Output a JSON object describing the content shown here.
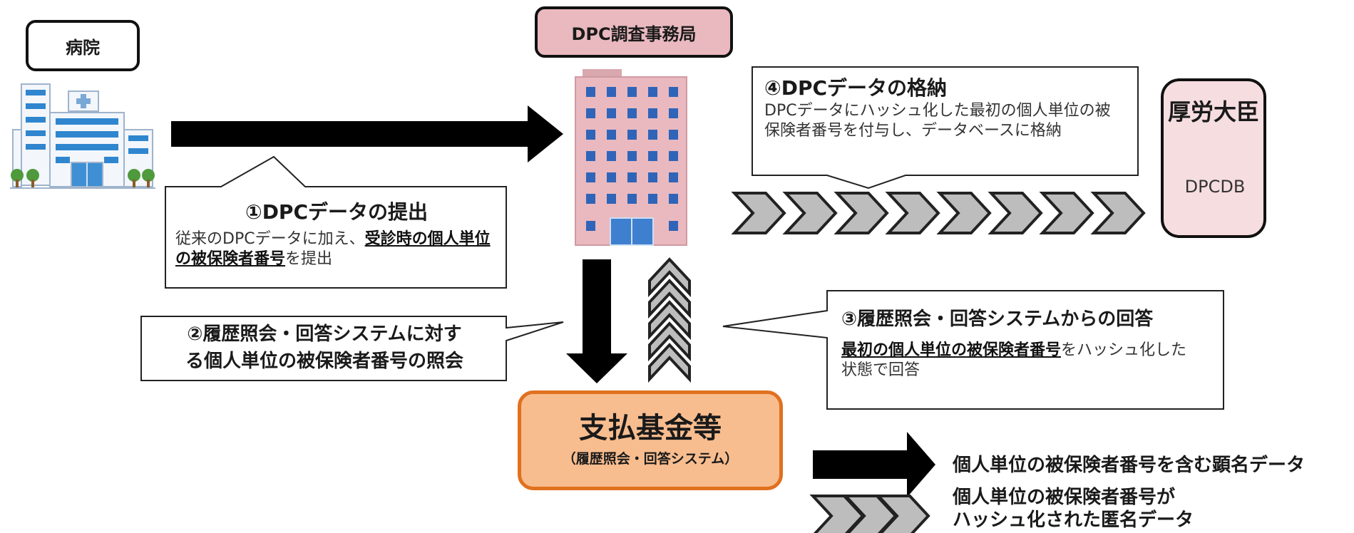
{
  "hospital": {
    "label": "病院"
  },
  "office": {
    "label": "DPC調査事務局"
  },
  "minister": {
    "label": "厚労大臣",
    "db_label": "DPCDB"
  },
  "fund": {
    "title": "支払基金等",
    "subtitle": "（履歴照会・回答システム）"
  },
  "step1": {
    "title": "①DPCデータの提出",
    "text_pre": "従来のDPCデータに加え、",
    "text_emph": "受診時の個人単位の被保険者番号",
    "text_post": "を提出"
  },
  "step2": {
    "title_line1": "②履歴照会・回答システムに対す",
    "title_line2": "る個人単位の被保険者番号の照会"
  },
  "step3": {
    "title": "③履歴照会・回答システムからの回答",
    "text_emph": "最初の個人単位の被保険者番号",
    "text_post": "をハッシュ化した状態で回答"
  },
  "step4": {
    "title": "④DPCデータの格納",
    "text": "DPCデータにハッシュ化した最初の個人単位の被保険者番号を付与し、データベースに格納"
  },
  "legend": {
    "solid_label": "個人単位の被保険者番号を含む顕名データ",
    "chevron_line1": "個人単位の被保険者番号が",
    "chevron_line2": "ハッシュ化された匿名データ"
  },
  "colors": {
    "office_fill": "#e9b9bf",
    "minister_fill": "#f6dde0",
    "fund_fill": "#f8bd8f",
    "fund_border": "#e0711f",
    "chevron_fill": "#bdbdbd"
  },
  "icons": [
    "hospital-building-icon",
    "office-building-icon",
    "database-cylinder-icon"
  ]
}
